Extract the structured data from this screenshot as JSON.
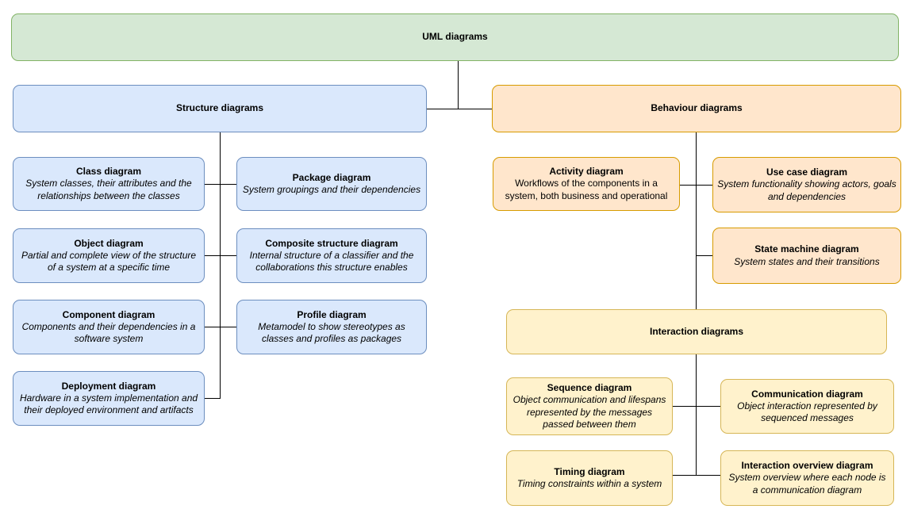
{
  "colors": {
    "green_fill": "#d5e8d4",
    "green_border": "#82b366",
    "blue_fill": "#dae8fc",
    "blue_border": "#6c8ebf",
    "orange_fill": "#ffe6cc",
    "orange_border": "#d79b00",
    "yellow_fill": "#fff2cc",
    "yellow_border": "#d6b656",
    "line": "#000000"
  },
  "nodes": {
    "uml": {
      "title": "UML diagrams"
    },
    "structure": {
      "title": "Structure diagrams"
    },
    "behaviour": {
      "title": "Behaviour diagrams"
    },
    "class": {
      "title": "Class diagram",
      "desc": "System classes, their attributes and  the relationships between the classes"
    },
    "object": {
      "title": "Object diagram",
      "desc": "Partial and complete view of the structure of a system at a specific time"
    },
    "component": {
      "title": "Component diagram",
      "desc": "Components and their dependencies in a software system"
    },
    "deployment": {
      "title": "Deployment diagram",
      "desc": "Hardware in a system implementation and their deployed environment and artifacts"
    },
    "package": {
      "title": "Package diagram",
      "desc": "System groupings and their dependencies"
    },
    "composite": {
      "title": "Composite structure diagram",
      "desc": "Internal structure of a classifier and the collaborations this structure enables"
    },
    "profile": {
      "title": "Profile diagram",
      "desc": "Metamodel to show stereotypes as classes and profiles as packages"
    },
    "activity": {
      "title": "Activity diagram",
      "desc": "Workflows of the components in a system, both business and operational"
    },
    "usecase": {
      "title": "Use case diagram",
      "desc": "System functionality showing actors, goals and dependencies"
    },
    "statemachine": {
      "title": "State machine diagram",
      "desc": "System states and their transitions"
    },
    "interaction": {
      "title": "Interaction diagrams"
    },
    "sequence": {
      "title": "Sequence diagram",
      "desc": "Object communication and lifespans represented by the messages passed between them"
    },
    "communication": {
      "title": "Communication diagram",
      "desc": "Object interaction represented by sequenced messages"
    },
    "timing": {
      "title": "Timing diagram",
      "desc": "Timing constraints within a system"
    },
    "overview": {
      "title": "Interaction overview diagram",
      "desc": "System overview where each node is a communication diagram"
    }
  }
}
